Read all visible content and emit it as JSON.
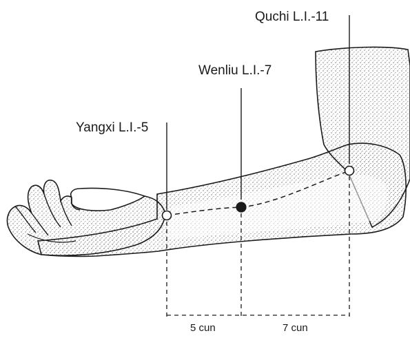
{
  "points": [
    {
      "name": "Quchi L.I.-11",
      "marker": "open"
    },
    {
      "name": "Wenliu L.I.-7",
      "marker": "filled"
    },
    {
      "name": "Yangxi L.I.-5",
      "marker": "open"
    }
  ],
  "measurements": [
    {
      "label": "5 cun"
    },
    {
      "label": "7 cun"
    }
  ],
  "colors": {
    "ink": "#1a1a1a",
    "skin": "#ffffff"
  }
}
